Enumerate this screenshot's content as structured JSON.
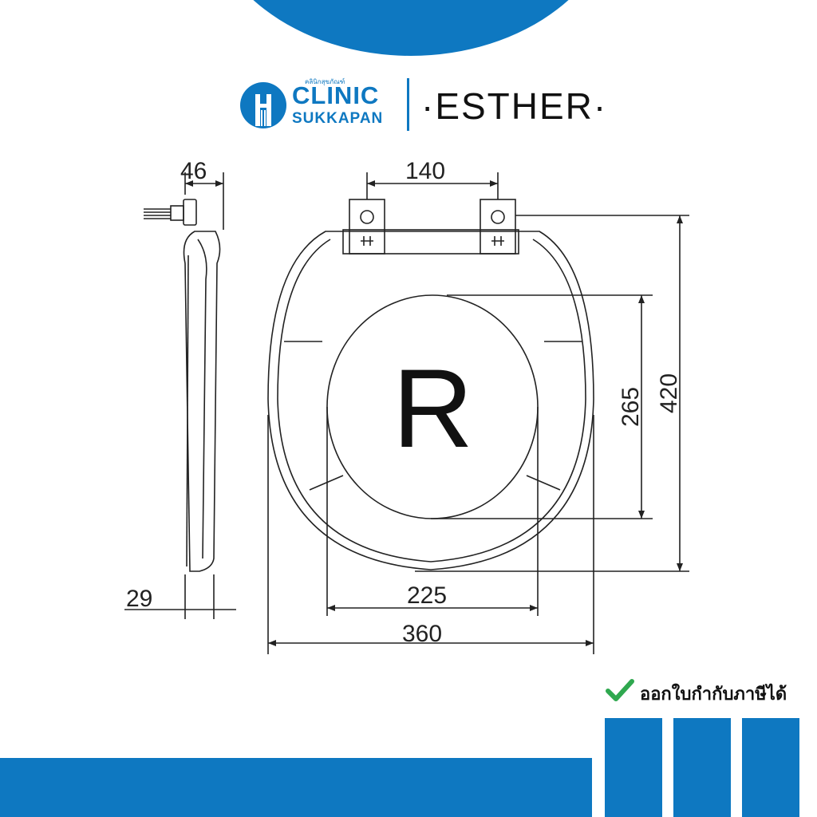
{
  "brand": {
    "clinic_small": "คลินิกสุขภัณฑ์",
    "clinic_name": "CLINIC",
    "clinic_sub": "SUKKAPAN",
    "esther": "·ESTHER·"
  },
  "dimensions": {
    "side_thickness_top": "46",
    "hinge_spacing": "140",
    "inner_height": "265",
    "total_height": "420",
    "inner_width": "225",
    "total_width": "360",
    "side_thickness_bottom": "29"
  },
  "model_letter": "R",
  "invoice_note": "ออกใบกำกับภาษีได้",
  "colors": {
    "brand_blue": "#0e78c1",
    "check_green": "#2fa84f"
  },
  "icons": [
    "clinic-logo-icon",
    "check-icon"
  ]
}
